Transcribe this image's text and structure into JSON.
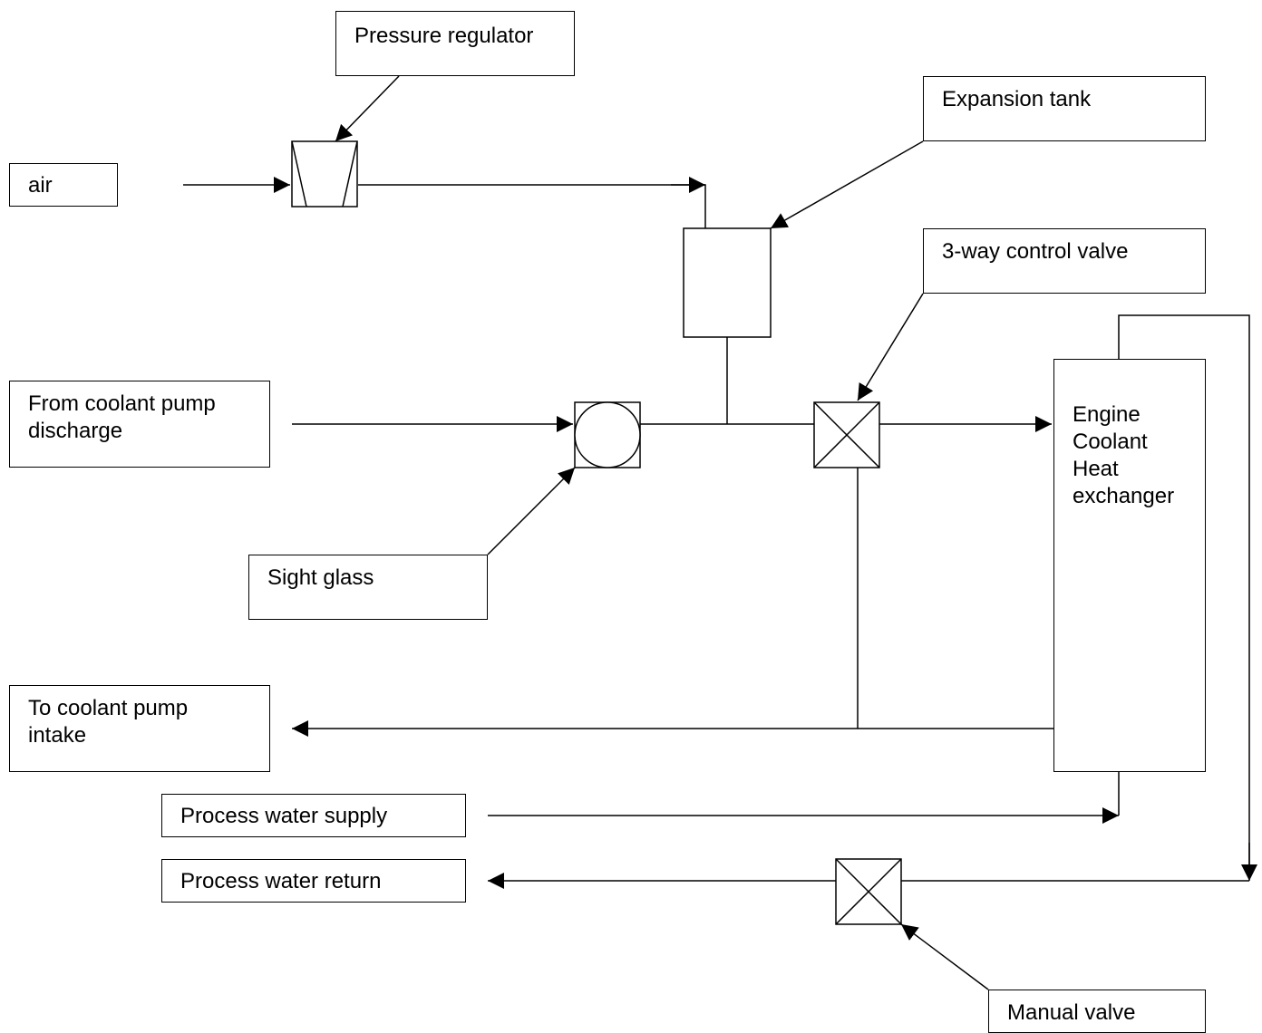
{
  "labels": {
    "pressure_regulator": "Pressure regulator",
    "expansion_tank": "Expansion tank",
    "air": "air",
    "three_way_valve": "3-way control valve",
    "from_pump_line1": "From coolant pump",
    "from_pump_line2": "discharge",
    "sight_glass": "Sight glass",
    "heat_exchanger_line1": "Engine",
    "heat_exchanger_line2": "Coolant",
    "heat_exchanger_line3": "Heat",
    "heat_exchanger_line4": "exchanger",
    "to_pump_line1": "To coolant pump",
    "to_pump_line2": "intake",
    "process_water_supply": "Process water supply",
    "process_water_return": "Process water return",
    "manual_valve": "Manual valve"
  },
  "colors": {
    "stroke": "#000000",
    "background": "#ffffff"
  }
}
